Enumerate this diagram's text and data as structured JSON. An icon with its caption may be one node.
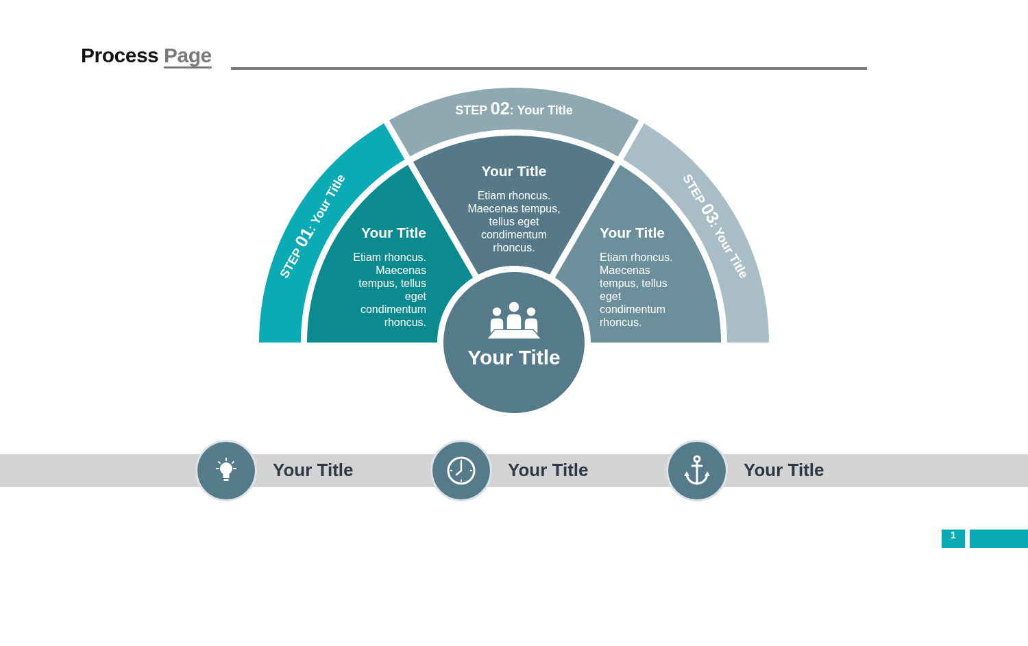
{
  "diagram": {
    "title": "Process Page",
    "nodes": [
      {
        "text": [
          "STEP **01**: Your Title"
        ]
      },
      {
        "text": [
          "STEP **02**: Your Title"
        ]
      },
      {
        "text": [
          "STEP **03**: Your Title"
        ]
      },
      {
        "text": [
          "Your Title",
          "Etiam rhoncus. Maecenas tempus, tellus eget condimentum rhoncus."
        ]
      },
      {
        "text": [
          "Your Title",
          "Etiam rhoncus. Maecenas tempus, tellus eget condimentum rhoncus."
        ]
      },
      {
        "text": [
          "Your Title",
          "Etiam rhoncus. Maecenas tempus, tellus eget condimentum rhoncus."
        ]
      },
      {
        "text": [
          "Your Title"
        ]
      },
      {
        "text": [],
        "shape": "circle",
        "beside": [
          "Your Title"
        ]
      },
      {
        "text": [],
        "shape": "circle",
        "beside": [
          "Your Title"
        ]
      },
      {
        "text": [],
        "shape": "circle",
        "beside": [
          "Your Title"
        ]
      }
    ],
    "labels": [
      "1"
    ]
  }
}
